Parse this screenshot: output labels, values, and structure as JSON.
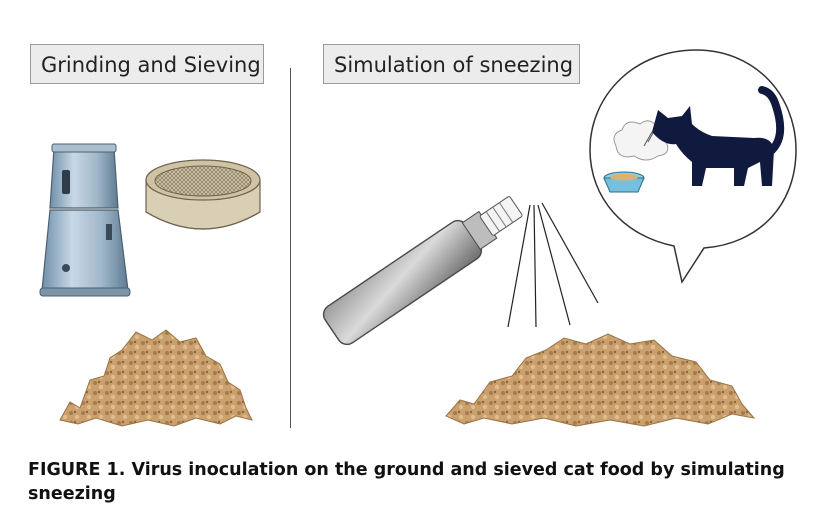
{
  "panels": {
    "left_label": "Grinding and Sieving",
    "right_label": "Simulation of sneezing"
  },
  "caption": "FIGURE 1. Virus inoculation on the ground and sieved cat food by simulating sneezing"
}
